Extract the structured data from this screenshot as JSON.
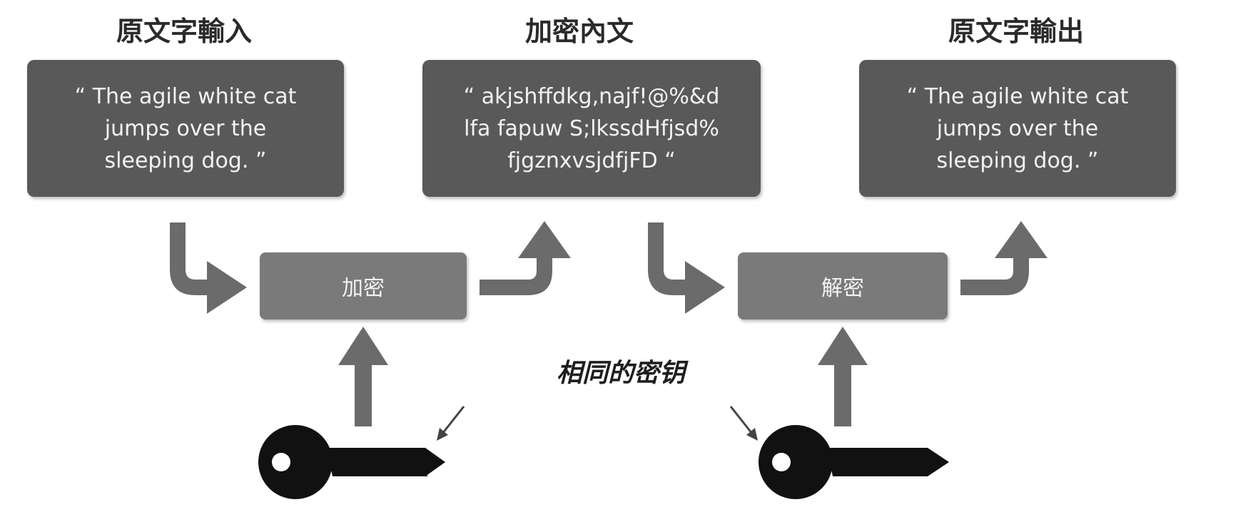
{
  "headings": {
    "plaintext_input": "原文字輸入",
    "ciphertext": "加密內文",
    "plaintext_output": "原文字輸出"
  },
  "boxes": {
    "plaintext_input": "“ The agile white cat\njumps over the\nsleeping dog. ”",
    "ciphertext": "“ akjshffdkg,najf!@%&d\nlfa fapuw S;lkssdHfjsd%\nfjgznxvsjdfjFD “",
    "plaintext_output": "“ The agile white cat\njumps over the\nsleeping dog. ”"
  },
  "process": {
    "encrypt": "加密",
    "decrypt": "解密"
  },
  "shared_key_label": "相同的密钥",
  "colors": {
    "box": "#595959",
    "process": "#7a7a7a",
    "arrow": "#6b6b6b",
    "key": "#111111",
    "text_light": "#f2f2f2"
  },
  "icons": {
    "key_left": "key-icon",
    "key_right": "key-icon"
  }
}
